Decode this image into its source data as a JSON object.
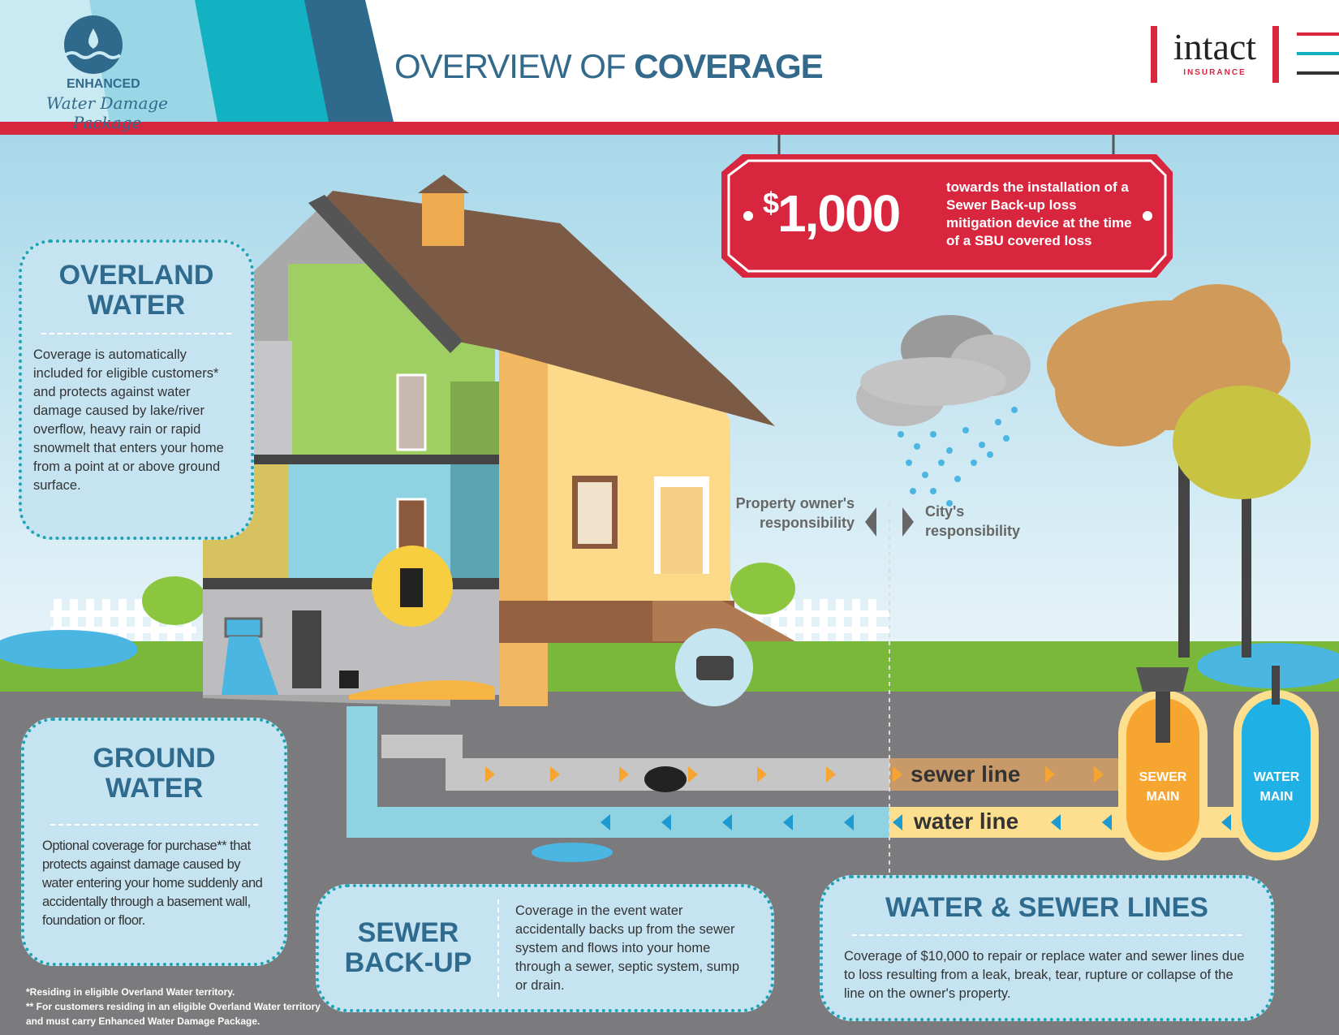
{
  "header": {
    "title_light": "OVERVIEW OF ",
    "title_bold": "COVERAGE",
    "package_line1": "ENHANCED",
    "package_line2": "Water Damage Package",
    "logo_word": "intact",
    "logo_sub": "INSURANCE",
    "icon": "water-drop-icon"
  },
  "sign": {
    "amount_symbol": "$",
    "amount": "1,000",
    "text": "towards the installation of a Sewer Back-up loss mitigation device at the time of a SBU covered loss"
  },
  "overland_water": {
    "title": "OVERLAND WATER",
    "body": "Coverage is automatically included for eligible customers* and protects against water damage caused by lake/river overflow, heavy rain or rapid snowmelt that enters your home from a point at or above ground surface."
  },
  "ground_water": {
    "title": "GROUND WATER",
    "body": "Optional coverage for purchase** that protects against damage caused by water entering your home suddenly and accidentally through a basement wall, foundation or floor."
  },
  "sewer_backup": {
    "title": "SEWER BACK-UP",
    "body": "Coverage in the event water accidentally backs up from the sewer system and flows into your home through a sewer, septic system, sump or drain."
  },
  "water_sewer_lines": {
    "title": "WATER & SEWER LINES",
    "body": "Coverage of $10,000 to repair or replace water and sewer lines due to loss resulting from a leak, break, tear, rupture or collapse of the line on the owner's property."
  },
  "responsibility": {
    "property": "Property owner's responsibility",
    "city": "City's responsibility"
  },
  "pipes": {
    "sewer_line": "sewer line",
    "water_line": "water line",
    "sewer_main": "SEWER MAIN",
    "water_main": "WATER MAIN"
  },
  "footnotes": {
    "one": "*Residing in eligible Overland Water territory.",
    "two": "** For customers residing in an eligible Overland Water territory and must carry Enhanced Water Damage Package."
  },
  "colors": {
    "brand_red": "#d9263f",
    "title_blue": "#336a8c",
    "teal": "#1fa4b4",
    "box_fill": "#c5e3f1",
    "ground": "#7b7b7d"
  }
}
